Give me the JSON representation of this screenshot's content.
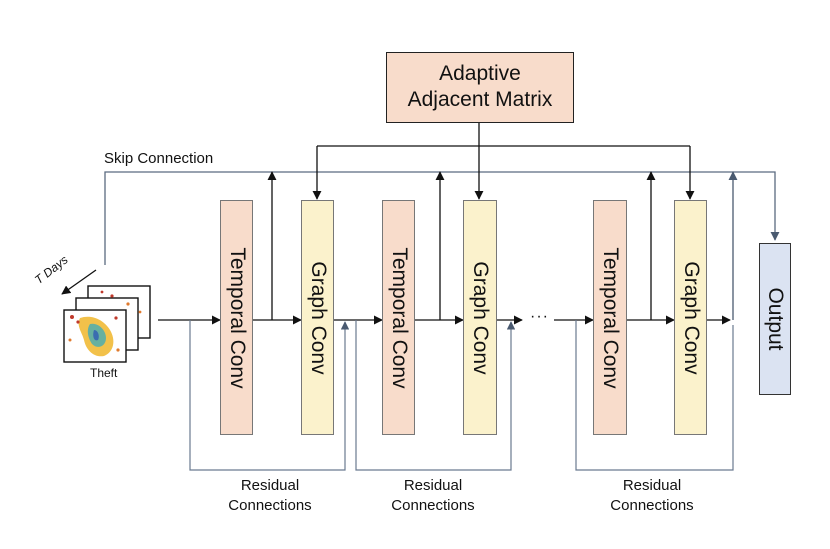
{
  "adaptive_matrix": {
    "line1": "Adaptive",
    "line2": "Adjacent Matrix",
    "color": "#f8dccb"
  },
  "skip_connection_label": "Skip Connection",
  "temporal_conv_label": "Temporal Conv",
  "graph_conv_label": "Graph Conv",
  "output_label": "Output",
  "input": {
    "t_days": "T Days",
    "theft": "Theft"
  },
  "ellipsis": "···",
  "residual": {
    "line1": "Residual",
    "line2": "Connections"
  },
  "colors": {
    "temporal": "#f8dccb",
    "graph": "#fbf2cc",
    "output": "#dbe3f2",
    "skip_line": "#5a6a80",
    "residual_line": "#6a7a90"
  }
}
